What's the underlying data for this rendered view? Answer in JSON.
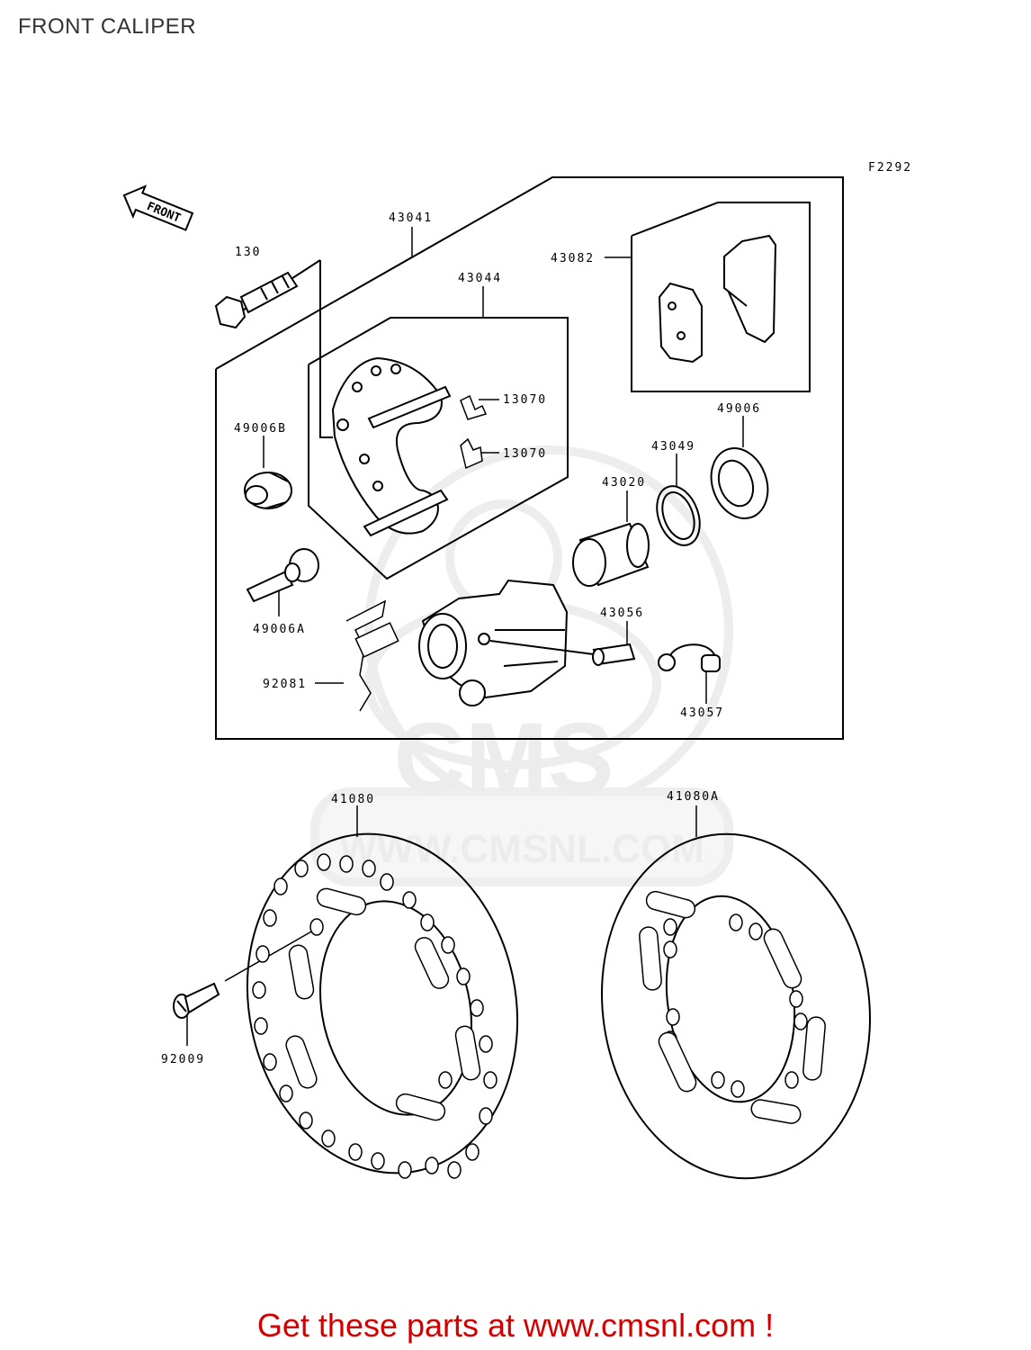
{
  "page_title": "FRONT CALIPER",
  "figure_code": "F2292",
  "front_arrow_text": "FRONT",
  "watermark": {
    "logo_text": "CMS",
    "url_text": "WWW.CMSNL.COM"
  },
  "parts": [
    {
      "id": "p43041",
      "number": "43041"
    },
    {
      "id": "p130",
      "number": "130"
    },
    {
      "id": "p43044",
      "number": "43044"
    },
    {
      "id": "p43082",
      "number": "43082"
    },
    {
      "id": "p13070a",
      "number": "13070"
    },
    {
      "id": "p13070b",
      "number": "13070"
    },
    {
      "id": "p49006B",
      "number": "49006B"
    },
    {
      "id": "p49006",
      "number": "49006"
    },
    {
      "id": "p43049",
      "number": "43049"
    },
    {
      "id": "p43020",
      "number": "43020"
    },
    {
      "id": "p43056",
      "number": "43056"
    },
    {
      "id": "p49006A",
      "number": "49006A"
    },
    {
      "id": "p92081",
      "number": "92081"
    },
    {
      "id": "p43057",
      "number": "43057"
    },
    {
      "id": "p41080",
      "number": "41080"
    },
    {
      "id": "p41080A",
      "number": "41080A"
    },
    {
      "id": "p92009",
      "number": "92009"
    }
  ],
  "promo_text": "Get these parts at www.cmsnl.com !",
  "colors": {
    "promo": "#d40000",
    "lines": "#000000",
    "watermark": "#ececec"
  }
}
